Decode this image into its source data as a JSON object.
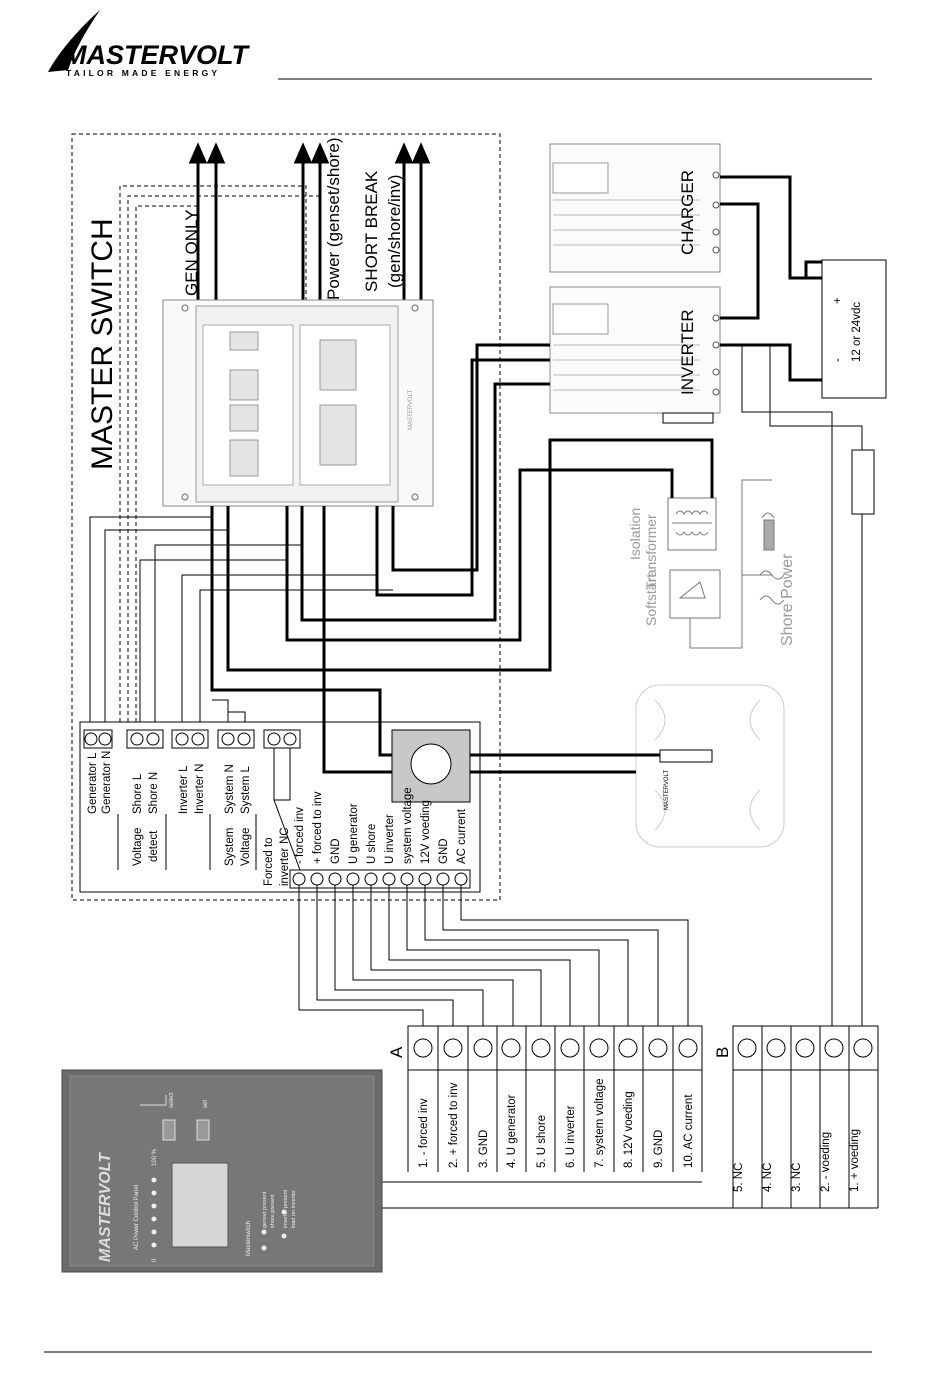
{
  "header": {
    "brand": "MASTERVOLT",
    "tagline": "TAILOR MADE ENERGY"
  },
  "master_switch": {
    "title": "MASTER SWITCH",
    "outputs": {
      "gen_only": "GEN ONLY",
      "power_genset_shore": "Power (genset/shore)",
      "short_break_line1": "SHORT BREAK",
      "short_break_line2": "(gen/shore/inv)"
    },
    "device_logo": "MASTERVOLT",
    "terminals_top": [
      "Generator L",
      "Generator N",
      "Shore L",
      "Shore N",
      "Inverter L",
      "Inverter N",
      "System N",
      "System L"
    ],
    "group_labels": {
      "voltage_detect_1": "Voltage",
      "voltage_detect_2": "detect",
      "system_voltage_1": "System",
      "system_voltage_2": "Voltage",
      "forced_1": "Forced to",
      "forced_2": "inverter",
      "nc": "NC"
    },
    "terminals_bottom": [
      "- forced  inv",
      "+ forced to inv",
      "GND",
      "U generator",
      "U shore",
      "U inverter",
      "system voltage",
      "12V voeding",
      "GND",
      "AC current"
    ]
  },
  "equipment": {
    "charger": "CHARGER",
    "inverter": "INVERTER",
    "battery_plus": "+",
    "battery_minus": "-",
    "battery_label": "12 or 24vdc",
    "isolation_line1": "Isolation",
    "isolation_line2": "Transformer",
    "softstart": "Softstart",
    "shore_power": "Shore Power",
    "small_panel_brand": "MASTERVOLT"
  },
  "terminal_block_a": {
    "letter": "A",
    "items": [
      "1. - forced  inv",
      "2. + forced to inv",
      "3. GND",
      "4. U generator",
      "5. U shore",
      "6. U inverter",
      "7. system voltage",
      "8. 12V voeding",
      "9. GND",
      "10. AC current"
    ]
  },
  "terminal_block_b": {
    "letter": "B",
    "items": [
      "5. NC",
      "4. NC",
      "3. NC",
      "2. - voeding",
      "1. + voeding"
    ]
  },
  "control_panel": {
    "brand": "MASTERVOLT",
    "title": "AC Power Control Panel",
    "select": "select",
    "set": "set",
    "scale_0": "0",
    "scale_100": "100 %",
    "masterswitch": "Masterswitch",
    "legend": [
      "genset present",
      "shore present",
      "inverter present",
      "load on inverter"
    ]
  }
}
